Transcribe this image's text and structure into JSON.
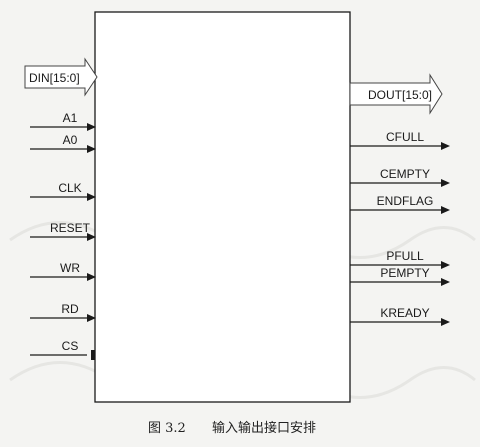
{
  "chip": {
    "name": ""
  },
  "bus_pins": {
    "input": {
      "label": "DIN[15:0]"
    },
    "output": {
      "label": "DOUT[15:0]"
    }
  },
  "input_pins": [
    {
      "label": "A1",
      "marker": "arrow"
    },
    {
      "label": "A0",
      "marker": "arrow"
    },
    {
      "label": "CLK",
      "marker": "arrow"
    },
    {
      "label": "RESET",
      "marker": "arrow"
    },
    {
      "label": "WR",
      "marker": "arrow"
    },
    {
      "label": "RD",
      "marker": "arrow"
    },
    {
      "label": "CS",
      "marker": "bar"
    }
  ],
  "output_pins": [
    {
      "label": "CFULL"
    },
    {
      "label": "CEMPTY"
    },
    {
      "label": "ENDFLAG"
    },
    {
      "label": "PFULL"
    },
    {
      "label": "PEMPTY"
    },
    {
      "label": "KREADY"
    }
  ],
  "caption": {
    "number": "图 3.2",
    "text": "输入输出接口安排"
  }
}
